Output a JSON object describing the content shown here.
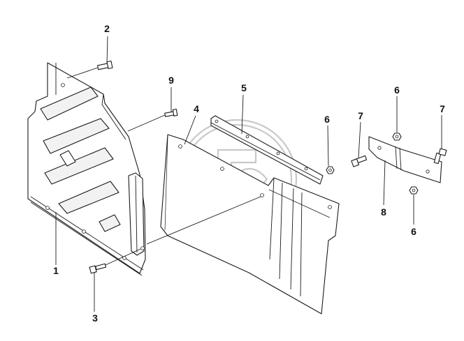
{
  "callouts": {
    "c1": "1",
    "c2": "2",
    "c3": "3",
    "c4": "4",
    "c5": "5",
    "c6a": "6",
    "c6b": "6",
    "c6c": "6",
    "c7a": "7",
    "c7b": "7",
    "c8": "8",
    "c9": "9"
  },
  "watermark": {
    "type": "logo-circle",
    "color": "#c9c9c9"
  }
}
